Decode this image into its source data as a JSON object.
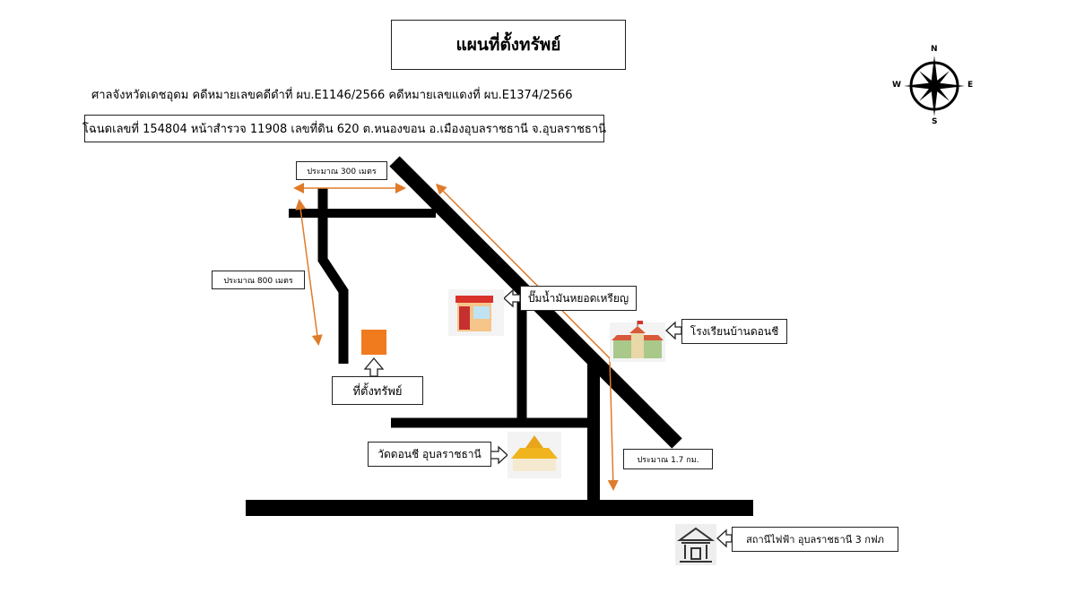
{
  "title": "แผนที่ตั้งทรัพย์",
  "case_line": "ศาลจังหวัดเดชอุดม คดีหมายเลขคดีดำที่  ผบ.E1146/2566  คดีหมายเลขแดงที่ ผบ.E1374/2566",
  "deed_line": "โฉนดเลขที่  154804  หน้าสำรวจ  11908  เลขที่ดิน 620  ต.หนองขอน  อ.เมืองอุบลราชธานี  จ.อุบลราชธานี",
  "compass": {
    "n": "N",
    "s": "S",
    "e": "E",
    "w": "W"
  },
  "distances": {
    "d300": "ประมาณ 300 เมตร",
    "d800": "ประมาณ 800 เมตร",
    "d17": "ประมาณ 1.7 กม."
  },
  "landmarks": {
    "property": "ที่ตั้งทรัพย์",
    "gas_station": "ปั๊มน้ำมันหยอดเหรียญ",
    "school": "โรงเรียนบ้านดอนชี",
    "temple": "วัดดอนชี อุบลราชธานี",
    "power_station": "สถานีไฟฟ้า อุบลราชธานี 3 กฟภ"
  },
  "colors": {
    "road": "#000000",
    "distance": "#e07b2a",
    "property": "#f07a1e"
  }
}
